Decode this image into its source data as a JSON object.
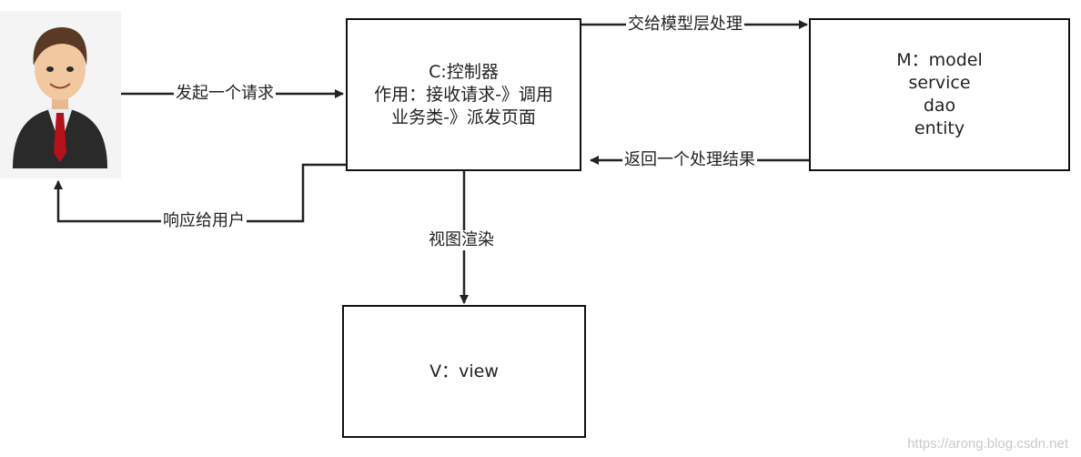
{
  "nodes": {
    "controller": {
      "lines": [
        "C:控制器",
        "作用：接收请求-》调用",
        "业务类-》派发页面"
      ]
    },
    "model": {
      "lines": [
        "M：model",
        "service",
        "dao",
        "entity"
      ]
    },
    "view": {
      "lines": [
        "V：view"
      ]
    }
  },
  "edges": {
    "user_to_controller": "发起一个请求",
    "controller_to_model": "交给模型层处理",
    "model_to_controller": "返回一个处理结果",
    "controller_to_user": "响应给用户",
    "controller_to_view": "视图渲染"
  },
  "watermark": "https://arong.blog.csdn.net"
}
